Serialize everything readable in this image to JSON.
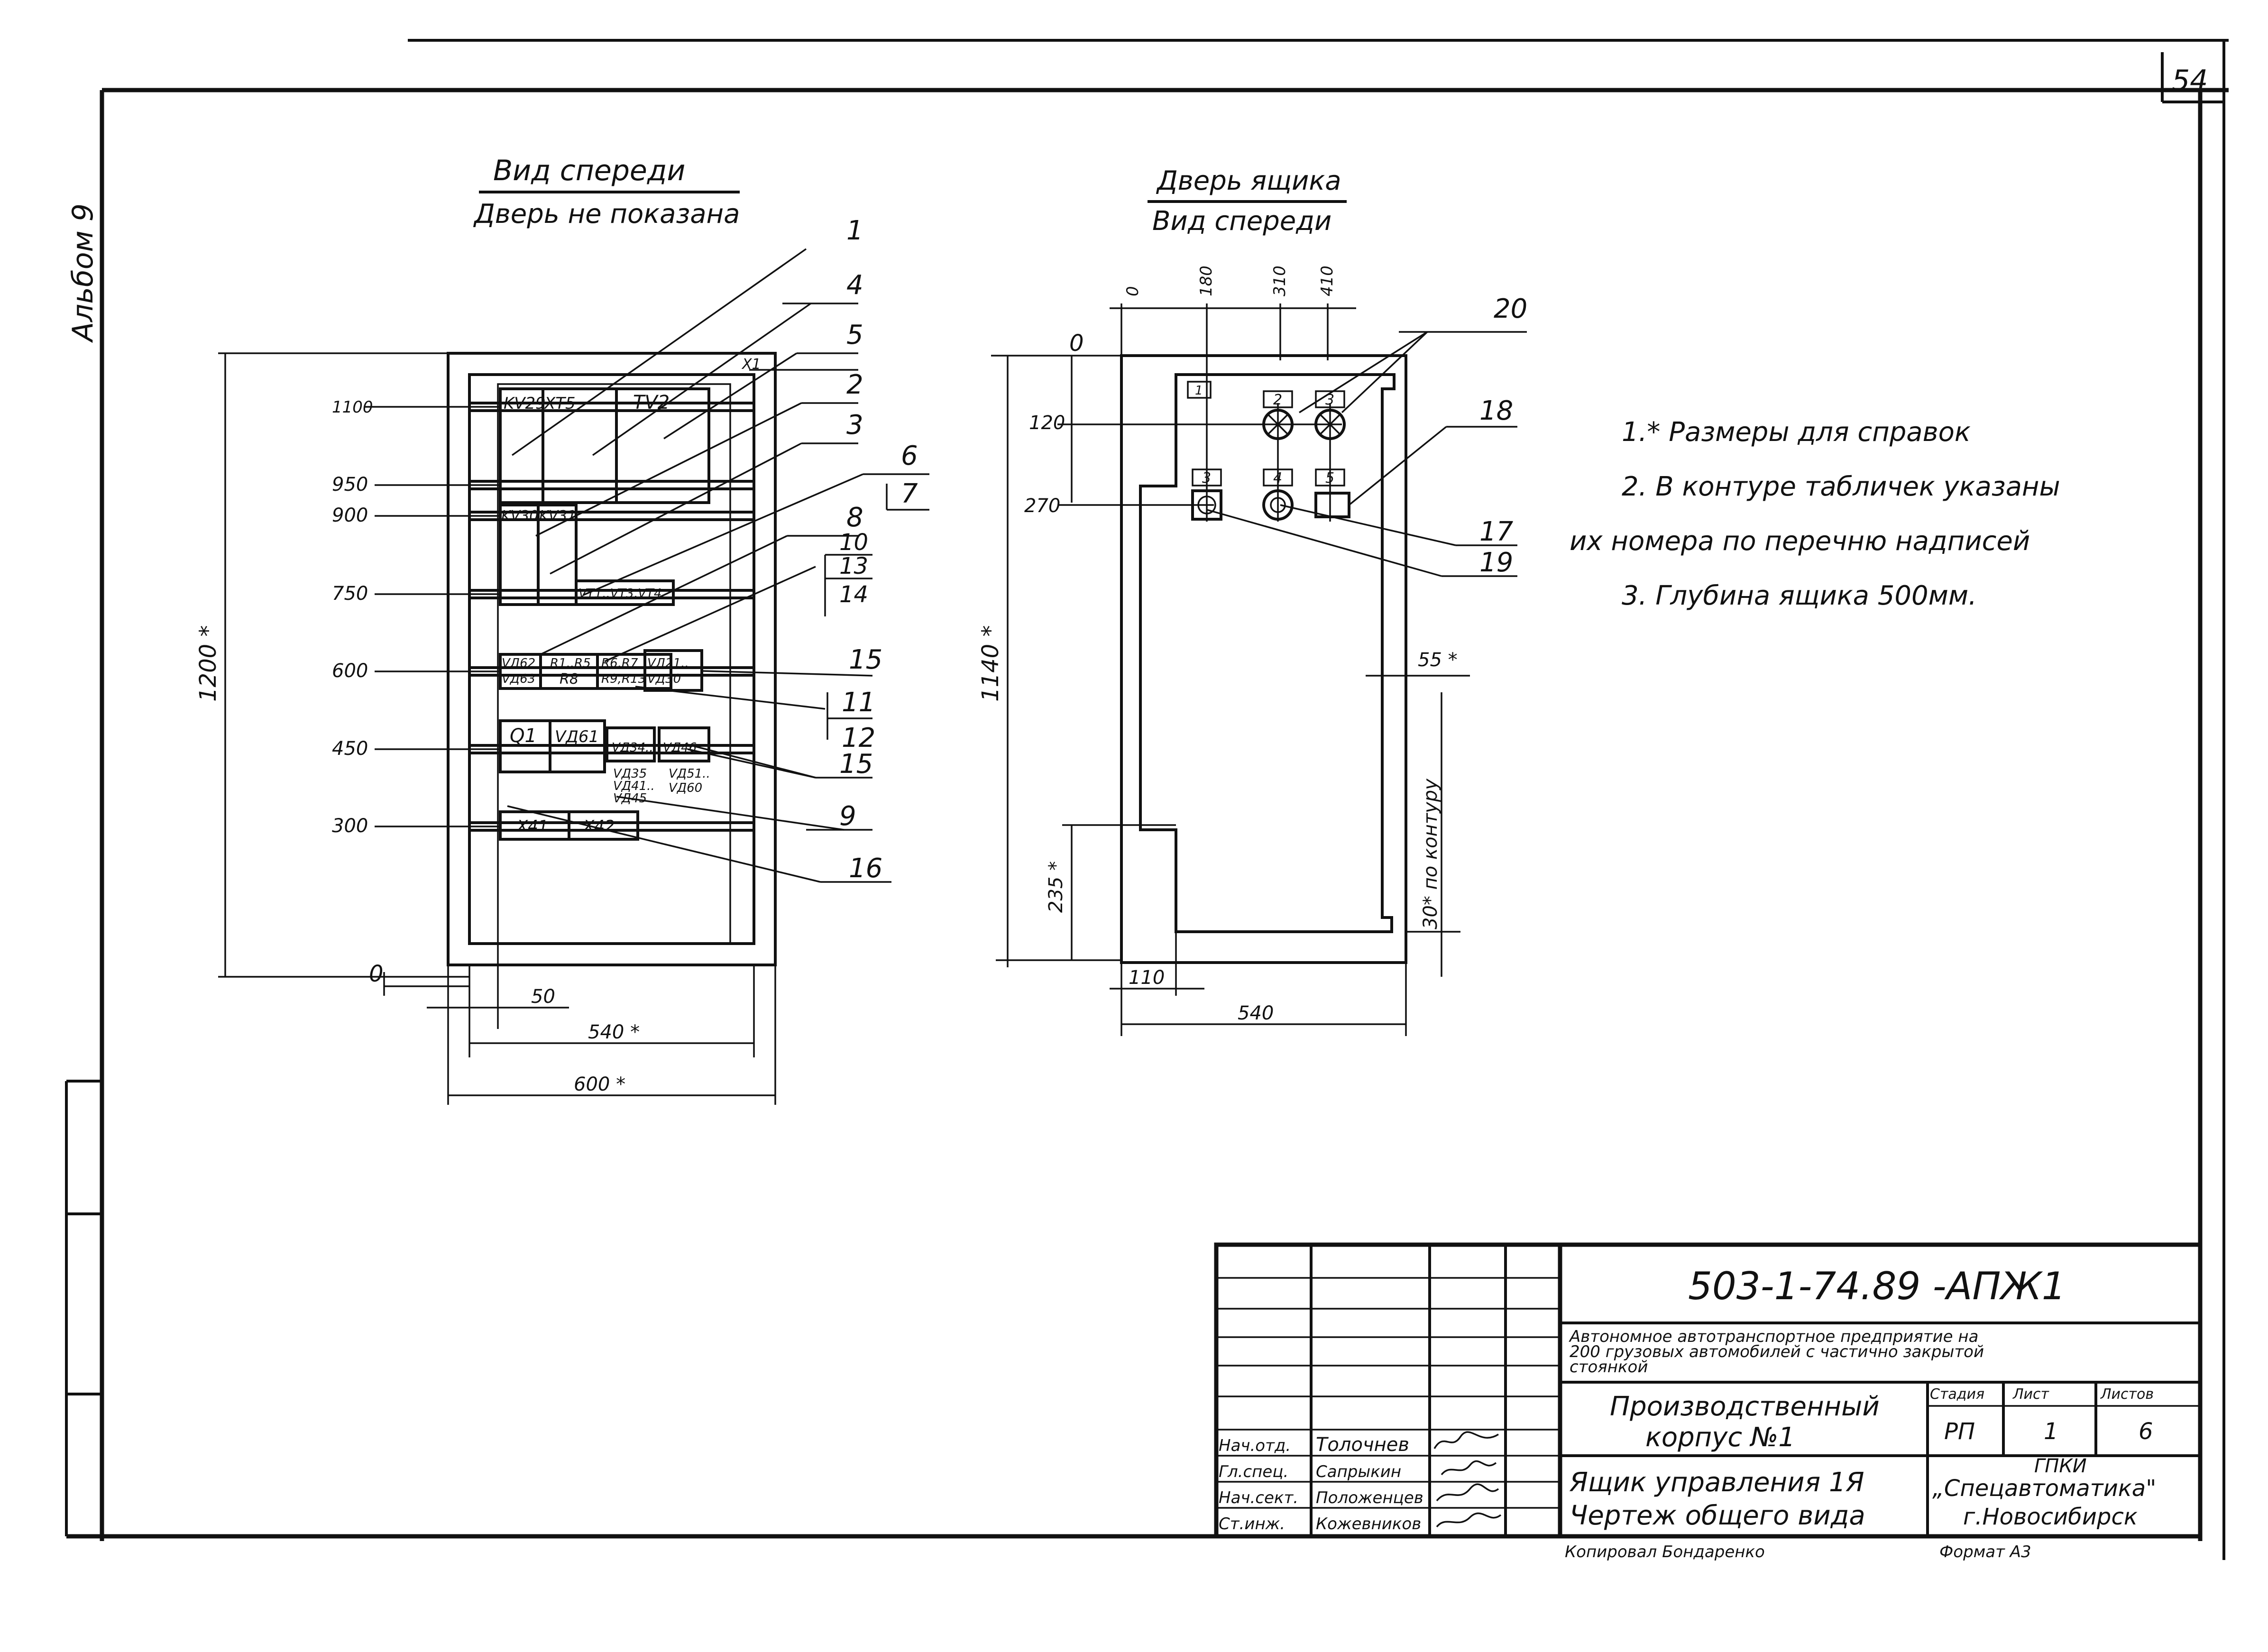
{
  "album_label": "Альбом 9",
  "page_number": "54",
  "front_view": {
    "title": "Вид спереди",
    "subtitle": "Дверь не показана",
    "dims_left": [
      "1100",
      "950",
      "900",
      "750",
      "600",
      "450",
      "300",
      "0"
    ],
    "height_dim": "1200 *",
    "bottom_dims": [
      "50",
      "540 *",
      "600 *"
    ],
    "devices": {
      "kv29": "KV29",
      "xt5": "XT5",
      "tv2": "TV2",
      "x1": "X1",
      "kv30": "KV30",
      "kv31": "KV31",
      "vt": "VT1..VT3,VT4",
      "vd62": "VД62",
      "vd63": "VД63",
      "r1r5": "R1..R5",
      "r8": "R8",
      "r6r7": "R6,R7",
      "r9r13": "R9,R13",
      "vd21": "VД21..",
      "vd30": "VД30",
      "q1": "Q1",
      "vd61": "VД61",
      "vd34": "VД34..",
      "vd46": "VД46",
      "vd35": "VД35",
      "vd41": "VД41..",
      "vd45": "VД45",
      "vd51": "VД51..",
      "vd60": "VД60",
      "x41": "X41",
      "x42": "X42"
    },
    "callouts": [
      "1",
      "4",
      "5",
      "2",
      "3",
      "6",
      "7",
      "8",
      "10",
      "13",
      "14",
      "15",
      "11",
      "12",
      "15",
      "9",
      "16"
    ]
  },
  "door_view": {
    "title": "Дверь ящика",
    "subtitle": "Вид спереди",
    "top_dims": [
      "0",
      "180",
      "310",
      "410"
    ],
    "left_dims": [
      "0",
      "120",
      "270"
    ],
    "height_dim": "1140 *",
    "dim_235": "235 *",
    "dim_55": "55 *",
    "contour_dim": "30* по контуру",
    "bottom_dims": [
      "110",
      "540"
    ],
    "plates": [
      "1",
      "2",
      "3",
      "3",
      "4",
      "5"
    ],
    "callouts": [
      "20",
      "18",
      "17",
      "19"
    ]
  },
  "notes": [
    "1.* Размеры для справок",
    "2. В контуре табличек указаны",
    "их номера по перечню надписей",
    "3. Глубина ящика 500мм."
  ],
  "title_block": {
    "doc_code": "503-1-74.89 -АПЖ1",
    "project": [
      "Автономное автотранспортное предприятие на",
      "200 грузовых автомобилей с частично закрытой",
      "стоянкой"
    ],
    "building": [
      "Производственный",
      "корпус №1"
    ],
    "stage_header": "Стадия",
    "sheet_header": "Лист",
    "sheets_header": "Листов",
    "stage": "РП",
    "sheet": "1",
    "sheets": "6",
    "drawing_title": [
      "Ящик управления 1Я",
      "Чертеж общего вида"
    ],
    "org": [
      "ГПКИ",
      "„Спецавтоматика\"",
      "г.Новосибирск"
    ],
    "roles": [
      "Нач.отд.",
      "Гл.спец.",
      "Нач.сект.",
      "Ст.инж."
    ],
    "names": [
      "Толочнев",
      "Сапрыкин",
      "Положенцев",
      "Кожевников"
    ],
    "copied": "Копировал Бондаренко",
    "format": "Формат А3"
  }
}
